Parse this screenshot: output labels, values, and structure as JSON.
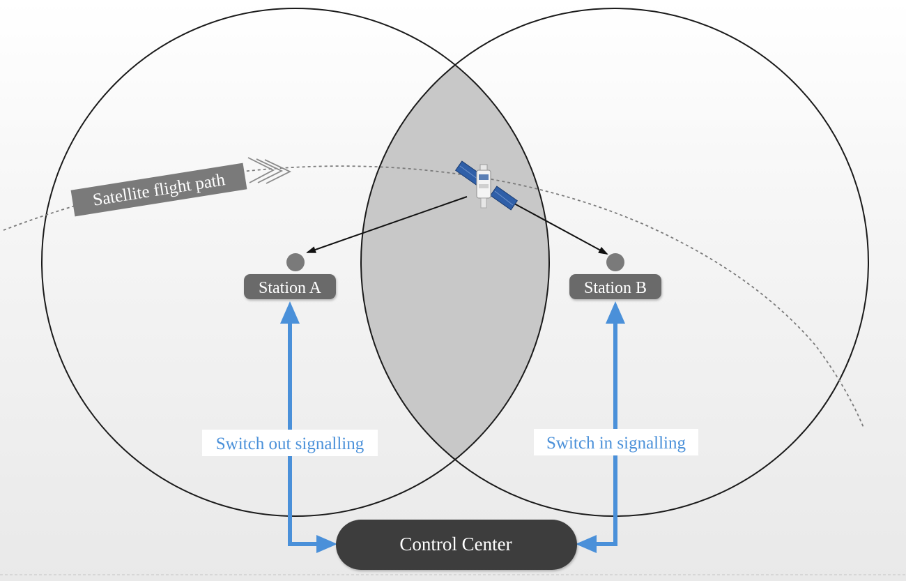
{
  "labels": {
    "flight_path": "Satellite flight path",
    "station_a": "Station A",
    "station_b": "Station B",
    "switch_out": "Switch out signalling",
    "switch_in": "Switch in signalling",
    "control_center": "Control Center"
  },
  "colors": {
    "overlap_fill": "#c8c8c8",
    "signal_blue": "#4a90d9",
    "station_box": "#6b6b6b",
    "control_center_box": "#3c3c3c",
    "flight_path_label_box": "#7a7a7a"
  },
  "icons": {
    "satellite": "satellite-icon",
    "chevron": "chevron-arrows-icon"
  }
}
